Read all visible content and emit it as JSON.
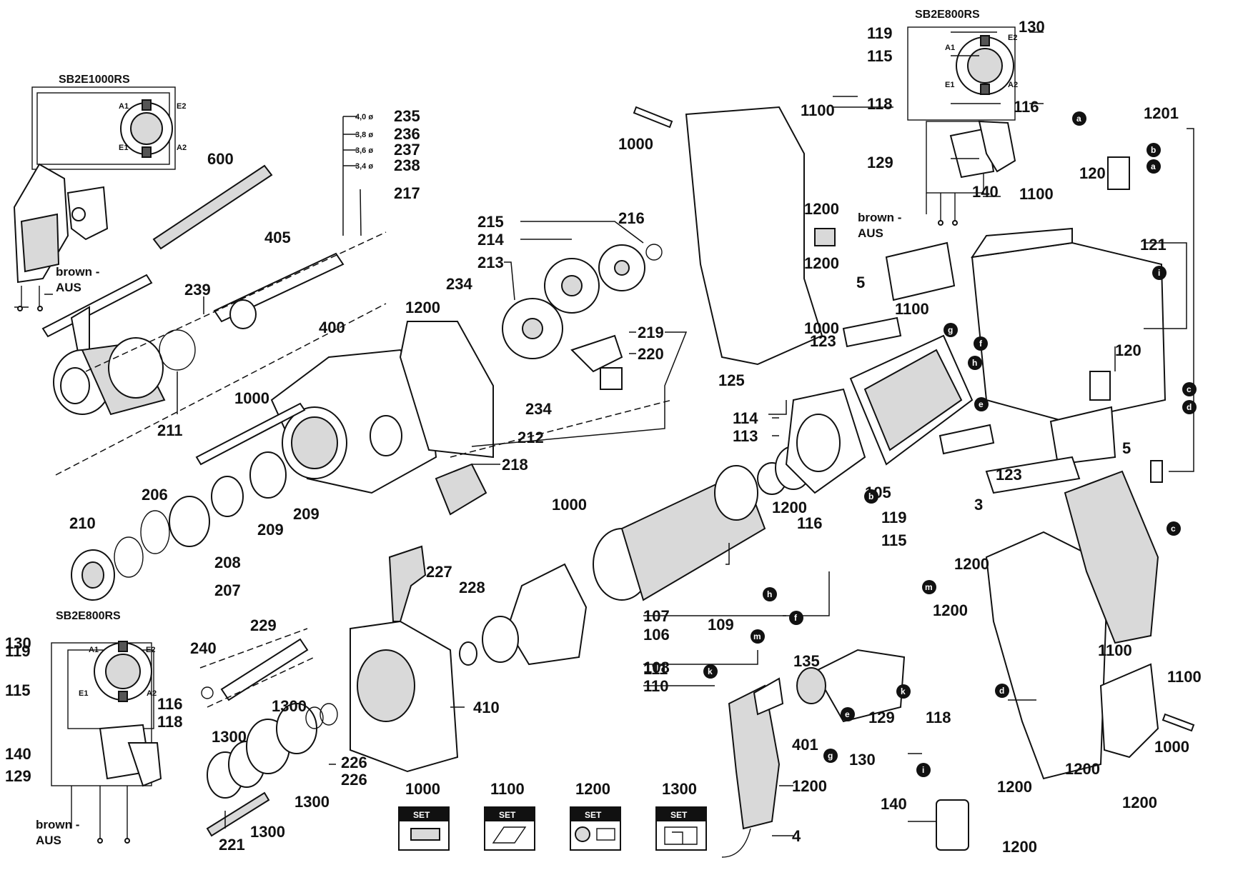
{
  "diagrams": [
    {
      "title": "SB2E1000RS",
      "terminals": [
        "A1",
        "E2",
        "E1",
        "A2"
      ],
      "note_line1": "brown -",
      "note_line2": "AUS"
    },
    {
      "title": "SB2E800RS",
      "terminals": [
        "A1",
        "E2",
        "E1",
        "A2"
      ],
      "note_line1": "brown -",
      "note_line2": "AUS"
    },
    {
      "title": "SB2E800RS",
      "terminals": [
        "A1",
        "E2",
        "E1",
        "A2"
      ],
      "note_line1": "brown -",
      "note_line2": "AUS"
    }
  ],
  "bit_sizes": [
    {
      "size": "4,0 ø",
      "part": "235"
    },
    {
      "size": "3,8 ø",
      "part": "236"
    },
    {
      "size": "3,6 ø",
      "part": "237"
    },
    {
      "size": "3,4 ø",
      "part": "238"
    }
  ],
  "part_labels": [
    "600",
    "405",
    "217",
    "239",
    "211",
    "400",
    "1000",
    "1200",
    "234",
    "213",
    "214",
    "215",
    "216",
    "219",
    "220",
    "234",
    "212",
    "218",
    "206",
    "210",
    "209",
    "209",
    "208",
    "207",
    "1000",
    "227",
    "228",
    "229",
    "240",
    "1300",
    "1300",
    "1300",
    "1300",
    "221",
    "226",
    "226",
    "410",
    "107",
    "106",
    "111",
    "108",
    "110",
    "109",
    "116",
    "115",
    "119",
    "1200",
    "123",
    "105",
    "114",
    "113",
    "125",
    "1000",
    "1200",
    "1200",
    "1100",
    "1000",
    "123",
    "1100",
    "5",
    "3",
    "5",
    "120",
    "121",
    "120",
    "1201",
    "1100",
    "1200",
    "1100",
    "1100",
    "1000",
    "1200",
    "1200",
    "1200",
    "1200",
    "1200",
    "140",
    "130",
    "129",
    "118",
    "401",
    "135",
    "4",
    "1200",
    "119",
    "115",
    "118",
    "116",
    "129",
    "140",
    "130",
    "119",
    "115",
    "118",
    "116",
    "129",
    "140",
    "130"
  ],
  "callout_letters": [
    "a",
    "b",
    "a",
    "c",
    "d",
    "c",
    "i",
    "g",
    "f",
    "h",
    "e",
    "b",
    "h",
    "f",
    "m",
    "m",
    "k",
    "k",
    "d",
    "e",
    "g",
    "i"
  ],
  "set_legend": [
    {
      "number": "1000",
      "text": "SET"
    },
    {
      "number": "1100",
      "text": "SET"
    },
    {
      "number": "1200",
      "text": "SET"
    },
    {
      "number": "1300",
      "text": "SET"
    }
  ]
}
